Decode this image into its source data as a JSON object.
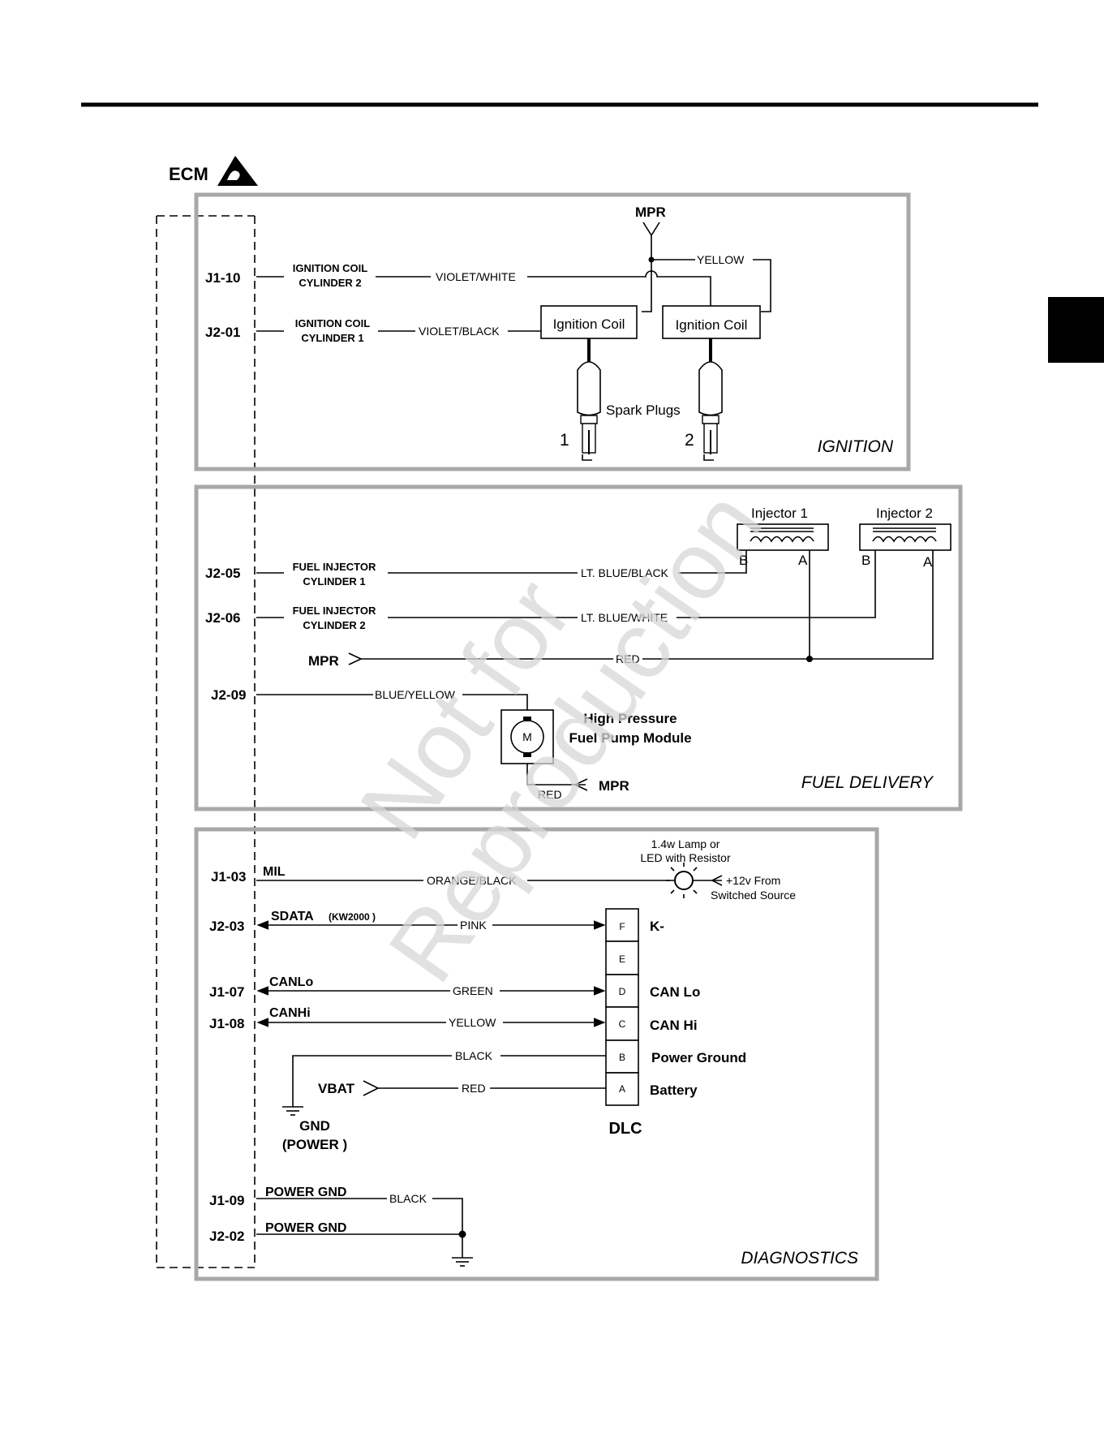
{
  "ecm": {
    "label": "ECM"
  },
  "ignition": {
    "section": "IGNITION",
    "mpr": "MPR",
    "yellow": "YELLOW",
    "pins": [
      "J1-10",
      "J2-01"
    ],
    "sig1": [
      "IGNITION COIL",
      "CYLINDER 2"
    ],
    "sig2": [
      "IGNITION COIL",
      "CYLINDER 1"
    ],
    "wire1": "VIOLET/WHITE",
    "wire2": "VIOLET/BLACK",
    "coil": "Ignition Coil",
    "spark": "Spark Plugs",
    "plug1": "1",
    "plug2": "2"
  },
  "fuel": {
    "section": "FUEL DELIVERY",
    "inj1": "Injector 1",
    "inj2": "Injector 2",
    "term_b": "B",
    "term_a": "A",
    "pins": [
      "J2-05",
      "J2-06",
      "J2-09"
    ],
    "sig1": [
      "FUEL INJECTOR",
      "CYLINDER 1"
    ],
    "sig2": [
      "FUEL INJECTOR",
      "CYLINDER 2"
    ],
    "wire1": "LT. BLUE/BLACK",
    "wire2": "LT. BLUE/WHITE",
    "mpr": "MPR",
    "red": "RED",
    "wire3": "BLUE/YELLOW",
    "motor": "M",
    "pump": [
      "High Pressure",
      "Fuel Pump Module"
    ]
  },
  "diag": {
    "section": "DIAGNOSTICS",
    "pins": [
      "J1-03",
      "J2-03",
      "J1-07",
      "J1-08",
      "J1-09",
      "J2-02"
    ],
    "mil": "MIL",
    "sdata": "SDATA",
    "kw": "(KW2000 )",
    "canlo": "CANLo",
    "canhi": "CANHi",
    "lamp": [
      "1.4w Lamp or",
      "LED with Resistor"
    ],
    "supply": [
      "+12v From",
      "Switched Source"
    ],
    "wires": [
      "ORANGE/BLACK",
      "PINK",
      "GREEN",
      "YELLOW",
      "BLACK",
      "RED",
      "BLACK"
    ],
    "vbat": "VBAT",
    "gnd": [
      "GND",
      "(POWER )"
    ],
    "dlc": "DLC",
    "dlc_pins": [
      "F",
      "E",
      "D",
      "C",
      "B",
      "A"
    ],
    "dlc_names": [
      "K-",
      "CAN Lo",
      "CAN Hi",
      "Power Ground",
      "Battery"
    ],
    "pgnd": "POWER GND"
  },
  "watermark": [
    "Not for",
    "Reproduction"
  ]
}
